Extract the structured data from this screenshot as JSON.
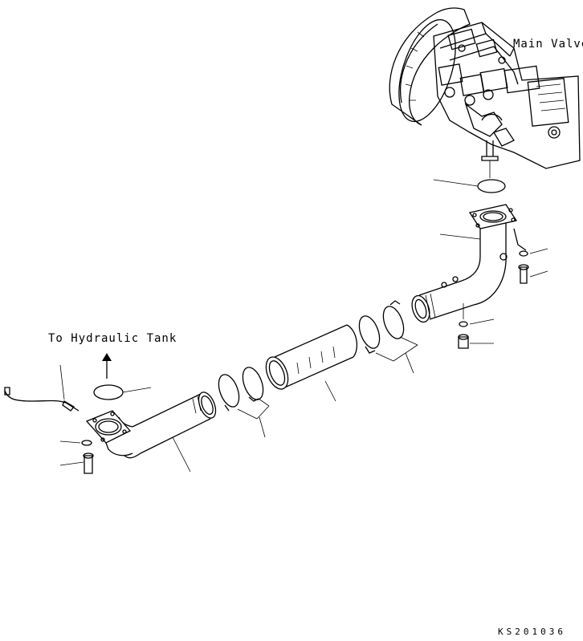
{
  "labels": {
    "main_valve": "Main Valve",
    "to_hydraulic_tank": "To Hydraulic Tank",
    "drawing_code": "KS201036"
  },
  "colors": {
    "line": "#000000",
    "background": "#ffffff"
  },
  "icons": {
    "flow_direction": "arrow-up-icon"
  }
}
